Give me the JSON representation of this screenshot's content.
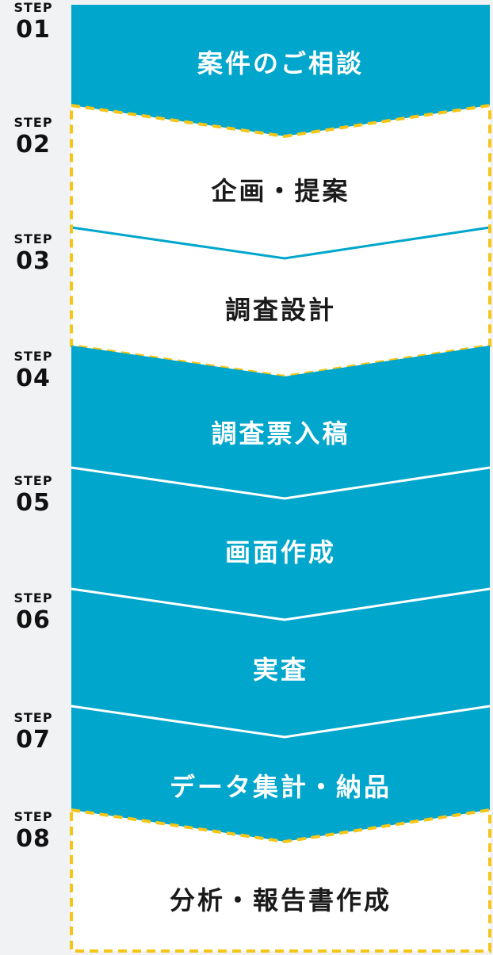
{
  "colors": {
    "background": "#f1f2f4",
    "accent_blue": "#00a6cb",
    "highlight_yellow": "#f5c518",
    "text_dark": "#1a1a1a",
    "text_light": "#ffffff"
  },
  "steps": [
    {
      "step_word": "STEP",
      "number": "01",
      "title": "案件のご相談",
      "highlight": false
    },
    {
      "step_word": "STEP",
      "number": "02",
      "title": "企画・提案",
      "highlight": true
    },
    {
      "step_word": "STEP",
      "number": "03",
      "title": "調査設計",
      "highlight": true
    },
    {
      "step_word": "STEP",
      "number": "04",
      "title": "調査票入稿",
      "highlight": false
    },
    {
      "step_word": "STEP",
      "number": "05",
      "title": "画面作成",
      "highlight": false
    },
    {
      "step_word": "STEP",
      "number": "06",
      "title": "実査",
      "highlight": false
    },
    {
      "step_word": "STEP",
      "number": "07",
      "title": "データ集計・納品",
      "highlight": false
    },
    {
      "step_word": "STEP",
      "number": "08",
      "title": "分析・報告書作成",
      "highlight": true
    }
  ]
}
